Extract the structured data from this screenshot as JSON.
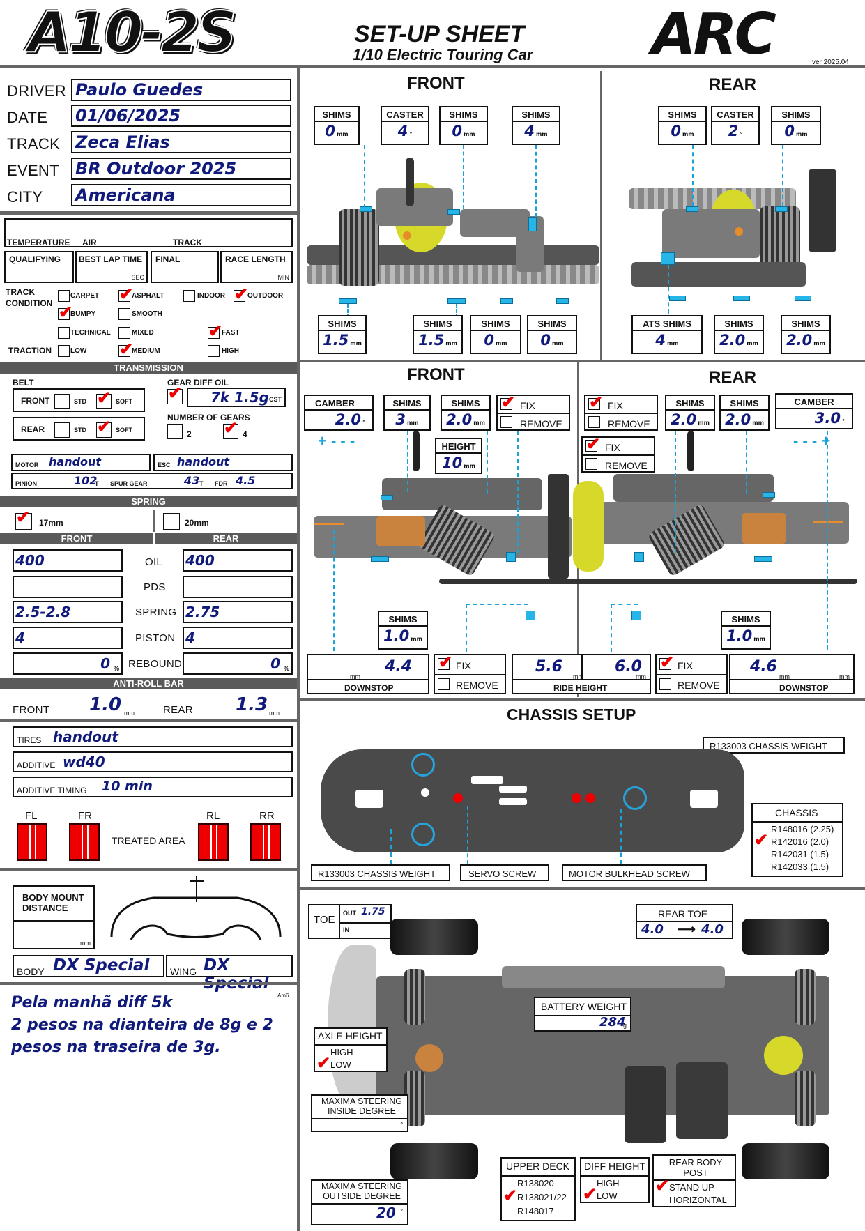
{
  "header": {
    "logo": "A10-2S",
    "title": "SET-UP SHEET",
    "subtitle": "1/10 Electric Touring Car",
    "brand": "ARC",
    "version": "ver 2025.04"
  },
  "info": {
    "driver_label": "DRIVER",
    "driver": "Paulo Guedes",
    "date_label": "DATE",
    "date": "01/06/2025",
    "track_label": "TRACK",
    "track": "Zeca Elias",
    "event_label": "EVENT",
    "event": "BR Outdoor 2025",
    "city_label": "CITY",
    "city": "Americana"
  },
  "conditions": {
    "temperature": "TEMPERATURE",
    "air": "AIR",
    "track": "TRACK",
    "qualifying": "QUALIFYING",
    "best_lap": "BEST LAP TIME",
    "sec": "SEC",
    "final": "FINAL",
    "race_length": "RACE LENGTH",
    "min": "MIN",
    "track_condition": "TRACK CONDITION",
    "traction": "TRACTION",
    "options": {
      "carpet": "CARPET",
      "asphalt": "ASPHALT",
      "indoor": "INDOOR",
      "outdoor": "OUTDOOR",
      "bumpy": "BUMPY",
      "smooth": "SMOOTH",
      "technical": "TECHNICAL",
      "mixed": "MIXED",
      "fast": "FAST",
      "low": "LOW",
      "medium": "MEDIUM",
      "high": "HIGH"
    }
  },
  "transmission": {
    "title": "TRANSMISSION",
    "belt": "BELT",
    "front": "FRONT",
    "rear": "REAR",
    "std": "STD",
    "soft": "SOFT",
    "gear_diff_oil": "GEAR DIFF OIL",
    "diff_oil": "7k 1.5g",
    "cst": "CST",
    "number_of_gears": "NUMBER OF GEARS",
    "gears_2": "2",
    "gears_4": "4",
    "motor_label": "MOTOR",
    "motor": "handout",
    "esc_label": "ESC",
    "esc": "handout",
    "pinion_label": "PINION",
    "pinion": "102",
    "t": "T",
    "spur_label": "SPUR GEAR",
    "spur": "43",
    "fdr_label": "FDR",
    "fdr": "4.5"
  },
  "spring": {
    "title": "SPRING",
    "opt17": "17mm",
    "opt20": "20mm"
  },
  "shocks": {
    "front_title": "FRONT",
    "rear_title": "REAR",
    "oil_label": "OIL",
    "pds_label": "PDS",
    "spring_label": "SPRING",
    "piston_label": "PISTON",
    "rebound_label": "REBOUND",
    "front_oil": "400",
    "rear_oil": "400",
    "front_pds": "",
    "rear_pds": "",
    "front_spring": "2.5-2.8",
    "rear_spring": "2.75",
    "front_piston": "4",
    "rear_piston": "4",
    "front_rebound": "0",
    "rear_rebound": "0",
    "pct": "%"
  },
  "antiroll": {
    "title": "ANTI-ROLL BAR",
    "front_label": "FRONT",
    "front": "1.0",
    "rear_label": "REAR",
    "rear": "1.3",
    "mm": "mm"
  },
  "tires": {
    "tires_label": "TIRES",
    "tires": "handout",
    "additive_label": "ADDITIVE",
    "additive": "wd40",
    "timing_label": "ADDITIVE TIMING",
    "timing": "10 min",
    "fl": "FL",
    "fr": "FR",
    "rl": "RL",
    "rr": "RR",
    "treated": "TREATED AREA"
  },
  "body": {
    "mount_label": "BODY MOUNT DISTANCE",
    "mm": "mm",
    "body_label": "BODY",
    "body": "DX Special",
    "wing_label": "WING",
    "wing": "DX Special"
  },
  "notes": {
    "tag": "Am6",
    "lines": [
      "Pela manhã diff 5k",
      "2 pesos na dianteira de 8g e 2",
      "pesos na traseira de 3g."
    ]
  },
  "front_view": {
    "title": "FRONT",
    "shims_top_1": "0",
    "caster": "4",
    "shims_top_2": "0",
    "shims_top_3": "4",
    "shims_bot_1": "1.5",
    "shims_bot_2": "1.5",
    "shims_bot_3": "0",
    "shims_bot_4": "0"
  },
  "rear_view": {
    "title": "REAR",
    "shims_top_1": "0",
    "caster": "2",
    "shims_top_2": "0",
    "ats_shims": "4",
    "shims_bot_1": "2.0",
    "shims_bot_2": "2.0"
  },
  "labels": {
    "shims": "SHIMS",
    "caster": "CASTER",
    "ats_shims": "ATS SHIMS",
    "mm": "mm",
    "deg": "°",
    "camber": "CAMBER",
    "fix": "FIX",
    "remove": "REMOVE",
    "height": "HEIGHT",
    "downstop": "DOWNSTOP",
    "ride_height": "RIDE HEIGHT"
  },
  "geometry": {
    "front_title": "FRONT",
    "rear_title": "REAR",
    "front_camber": "2.0",
    "front_shims_1": "3",
    "front_shims_2": "2.0",
    "height": "10",
    "rear_shims_1": "2.0",
    "rear_shims_2": "2.0",
    "rear_camber": "3.0",
    "front_low_shims": "1.0",
    "rear_low_shims": "1.0",
    "front_downstop": "4.4",
    "front_ride": "5.6",
    "rear_ride": "6.0",
    "rear_downstop": "4.6"
  },
  "chassis": {
    "title": "CHASSIS SETUP",
    "weight_top": "R133003 CHASSIS WEIGHT",
    "weight_bottom": "R133003 CHASSIS WEIGHT",
    "servo": "SERVO SCREW",
    "motor_bulkhead": "MOTOR BULKHEAD SCREW",
    "chassis_label": "CHASSIS",
    "options": [
      "R148016 (2.25)",
      "R142016 (2.0)",
      "R142031 (1.5)",
      "R142033 (1.5)"
    ]
  },
  "topview": {
    "toe_label": "TOE",
    "out": "OUT",
    "toe_out": "1.75",
    "in": "IN",
    "rear_toe_label": "REAR TOE",
    "rear_toe_a": "4.0",
    "rear_toe_b": "4.0",
    "battery_label": "BATTERY WEIGHT",
    "battery": "284",
    "g": "g",
    "axle_label": "AXLE HEIGHT",
    "high": "HIGH",
    "low": "LOW",
    "max_in_label": "MAXIMA STEERING INSIDE DEGREE",
    "max_out_label": "MAXIMA STEERING OUTSIDE DEGREE",
    "max_out": "20",
    "upper_deck_label": "UPPER DECK",
    "deck_opts": [
      "R138020",
      "R138021/22",
      "R148017"
    ],
    "diff_height_label": "DIFF HEIGHT",
    "body_post_label": "REAR BODY POST",
    "stand_up": "STAND UP",
    "horizontal": "HORIZONTAL"
  }
}
